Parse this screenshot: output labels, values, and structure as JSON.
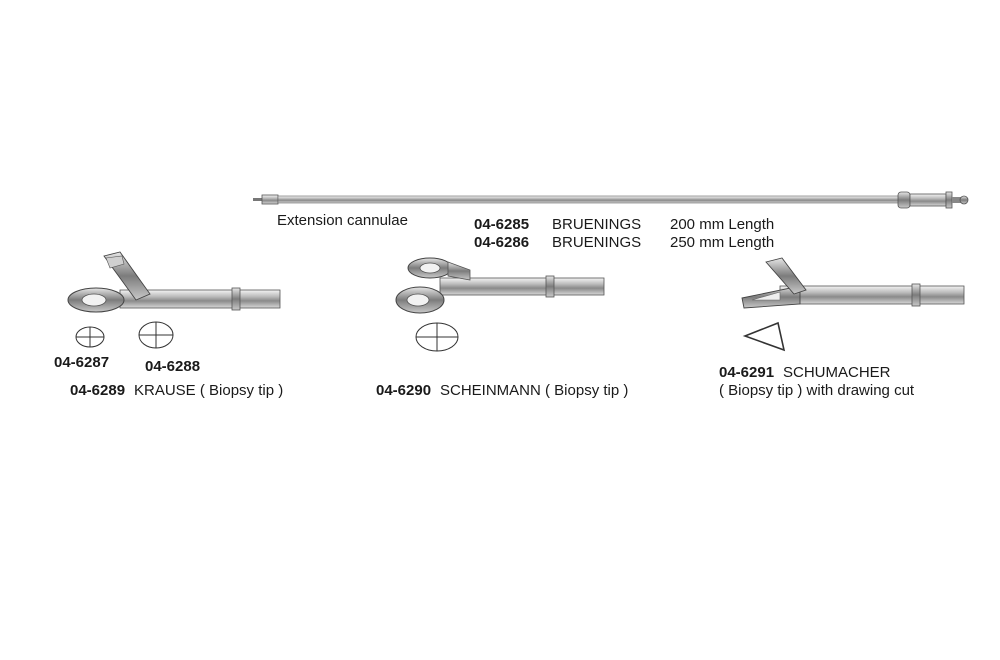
{
  "cannula": {
    "caption": "Extension cannulae",
    "rows": [
      {
        "code": "04-6285",
        "name": "BRUENINGS",
        "length": "200 mm Length"
      },
      {
        "code": "04-6286",
        "name": "BRUENINGS",
        "length": "250 mm Length"
      }
    ]
  },
  "krause": {
    "tip_codes": [
      "04-6287",
      "04-6288"
    ],
    "code": "04-6289",
    "name": "KRAUSE ( Biopsy tip )"
  },
  "scheinmann": {
    "code": "04-6290",
    "name": "SCHEINMANN ( Biopsy tip )"
  },
  "schumacher": {
    "code": "04-6291",
    "name": "SCHUMACHER",
    "line2": "( Biopsy tip ) with drawing cut"
  }
}
